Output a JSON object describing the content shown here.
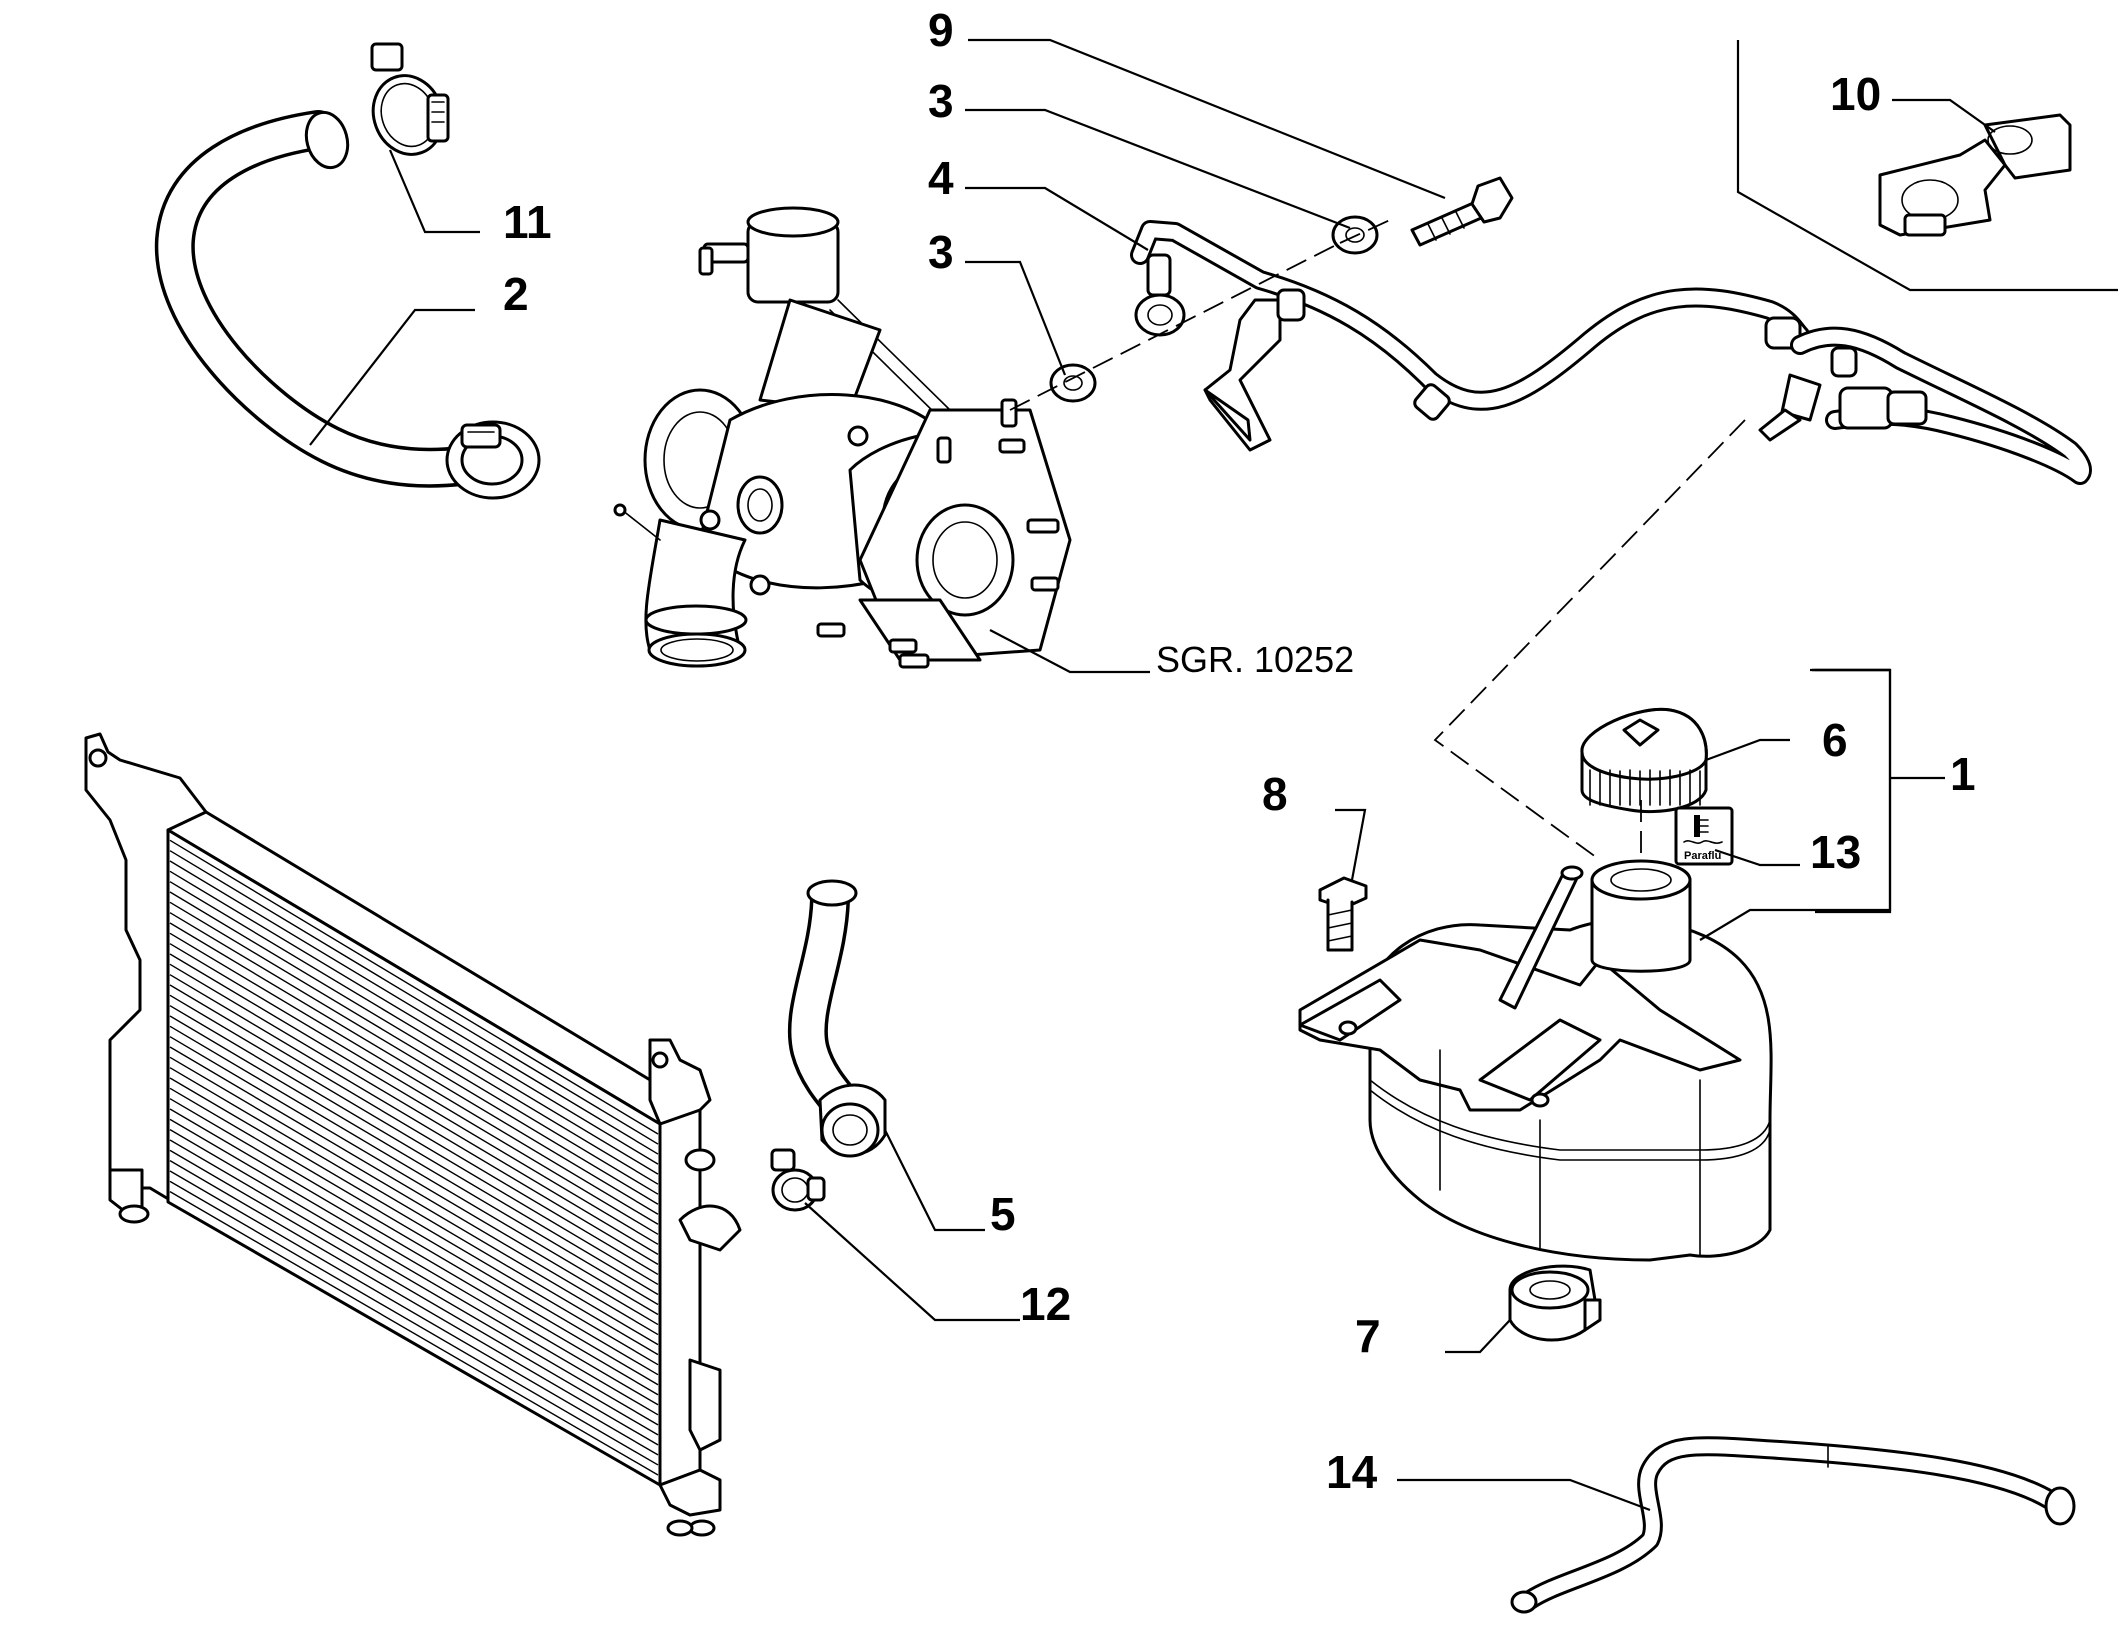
{
  "callouts": {
    "c1": "1",
    "c2": "2",
    "c3a": "3",
    "c3b": "3",
    "c4": "4",
    "c5": "5",
    "c6": "6",
    "c7": "7",
    "c8": "8",
    "c9": "9",
    "c10": "10",
    "c11": "11",
    "c12": "12",
    "c13": "13",
    "c14": "14"
  },
  "reference": "SGR. 10252",
  "label_13_text": "Paraflu"
}
